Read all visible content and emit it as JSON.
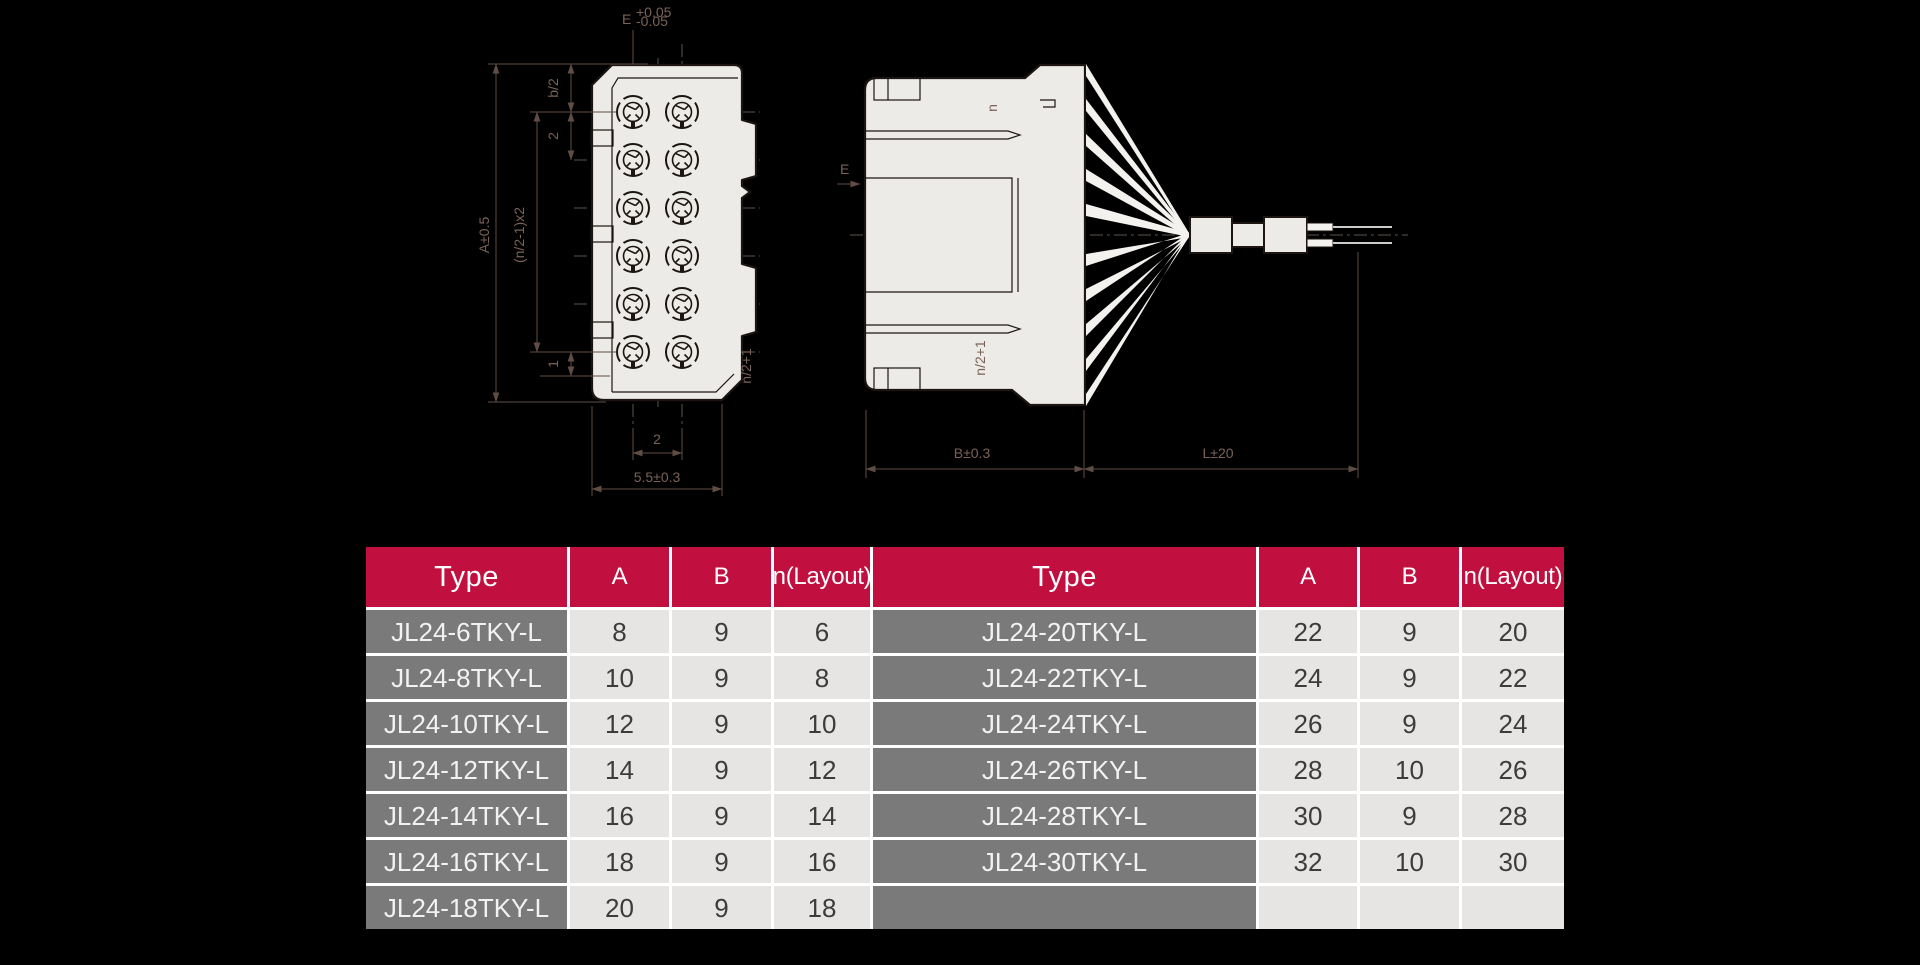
{
  "drawing": {
    "front": {
      "label_e": "E",
      "e_tol_up": "+0.05",
      "e_tol_dn": "-0.05",
      "dim_height": "A±0.5",
      "dim_span": "(n/2-1)x2",
      "dim_b2": "b/2",
      "dim_pitch_v": "2",
      "dim_edge": "1",
      "dim_pitch_h": "2",
      "dim_width": "5.5±0.3",
      "label_n2": "n/2+1"
    },
    "side": {
      "label_n": "n",
      "label_e": "E",
      "label_n2": "n/2+1",
      "dim_b": "B±0.3",
      "dim_l": "L±20"
    }
  },
  "table": {
    "headers": [
      "Type",
      "A",
      "B",
      "n(Layout)"
    ],
    "left_rows": [
      [
        "JL24-6TKY-L",
        "8",
        "9",
        "6"
      ],
      [
        "JL24-8TKY-L",
        "10",
        "9",
        "8"
      ],
      [
        "JL24-10TKY-L",
        "12",
        "9",
        "10"
      ],
      [
        "JL24-12TKY-L",
        "14",
        "9",
        "12"
      ],
      [
        "JL24-14TKY-L",
        "16",
        "9",
        "14"
      ],
      [
        "JL24-16TKY-L",
        "18",
        "9",
        "16"
      ],
      [
        "JL24-18TKY-L",
        "20",
        "9",
        "18"
      ]
    ],
    "right_rows": [
      [
        "JL24-20TKY-L",
        "22",
        "9",
        "20"
      ],
      [
        "JL24-22TKY-L",
        "24",
        "9",
        "22"
      ],
      [
        "JL24-24TKY-L",
        "26",
        "9",
        "24"
      ],
      [
        "JL24-26TKY-L",
        "28",
        "10",
        "26"
      ],
      [
        "JL24-28TKY-L",
        "30",
        "9",
        "28"
      ],
      [
        "JL24-30TKY-L",
        "32",
        "10",
        "30"
      ],
      [
        "",
        "",
        "",
        ""
      ]
    ],
    "colors": {
      "header_red": "#C1103F",
      "type_gray": "#7a7a7a",
      "cell_gray": "#e6e5e3"
    }
  }
}
